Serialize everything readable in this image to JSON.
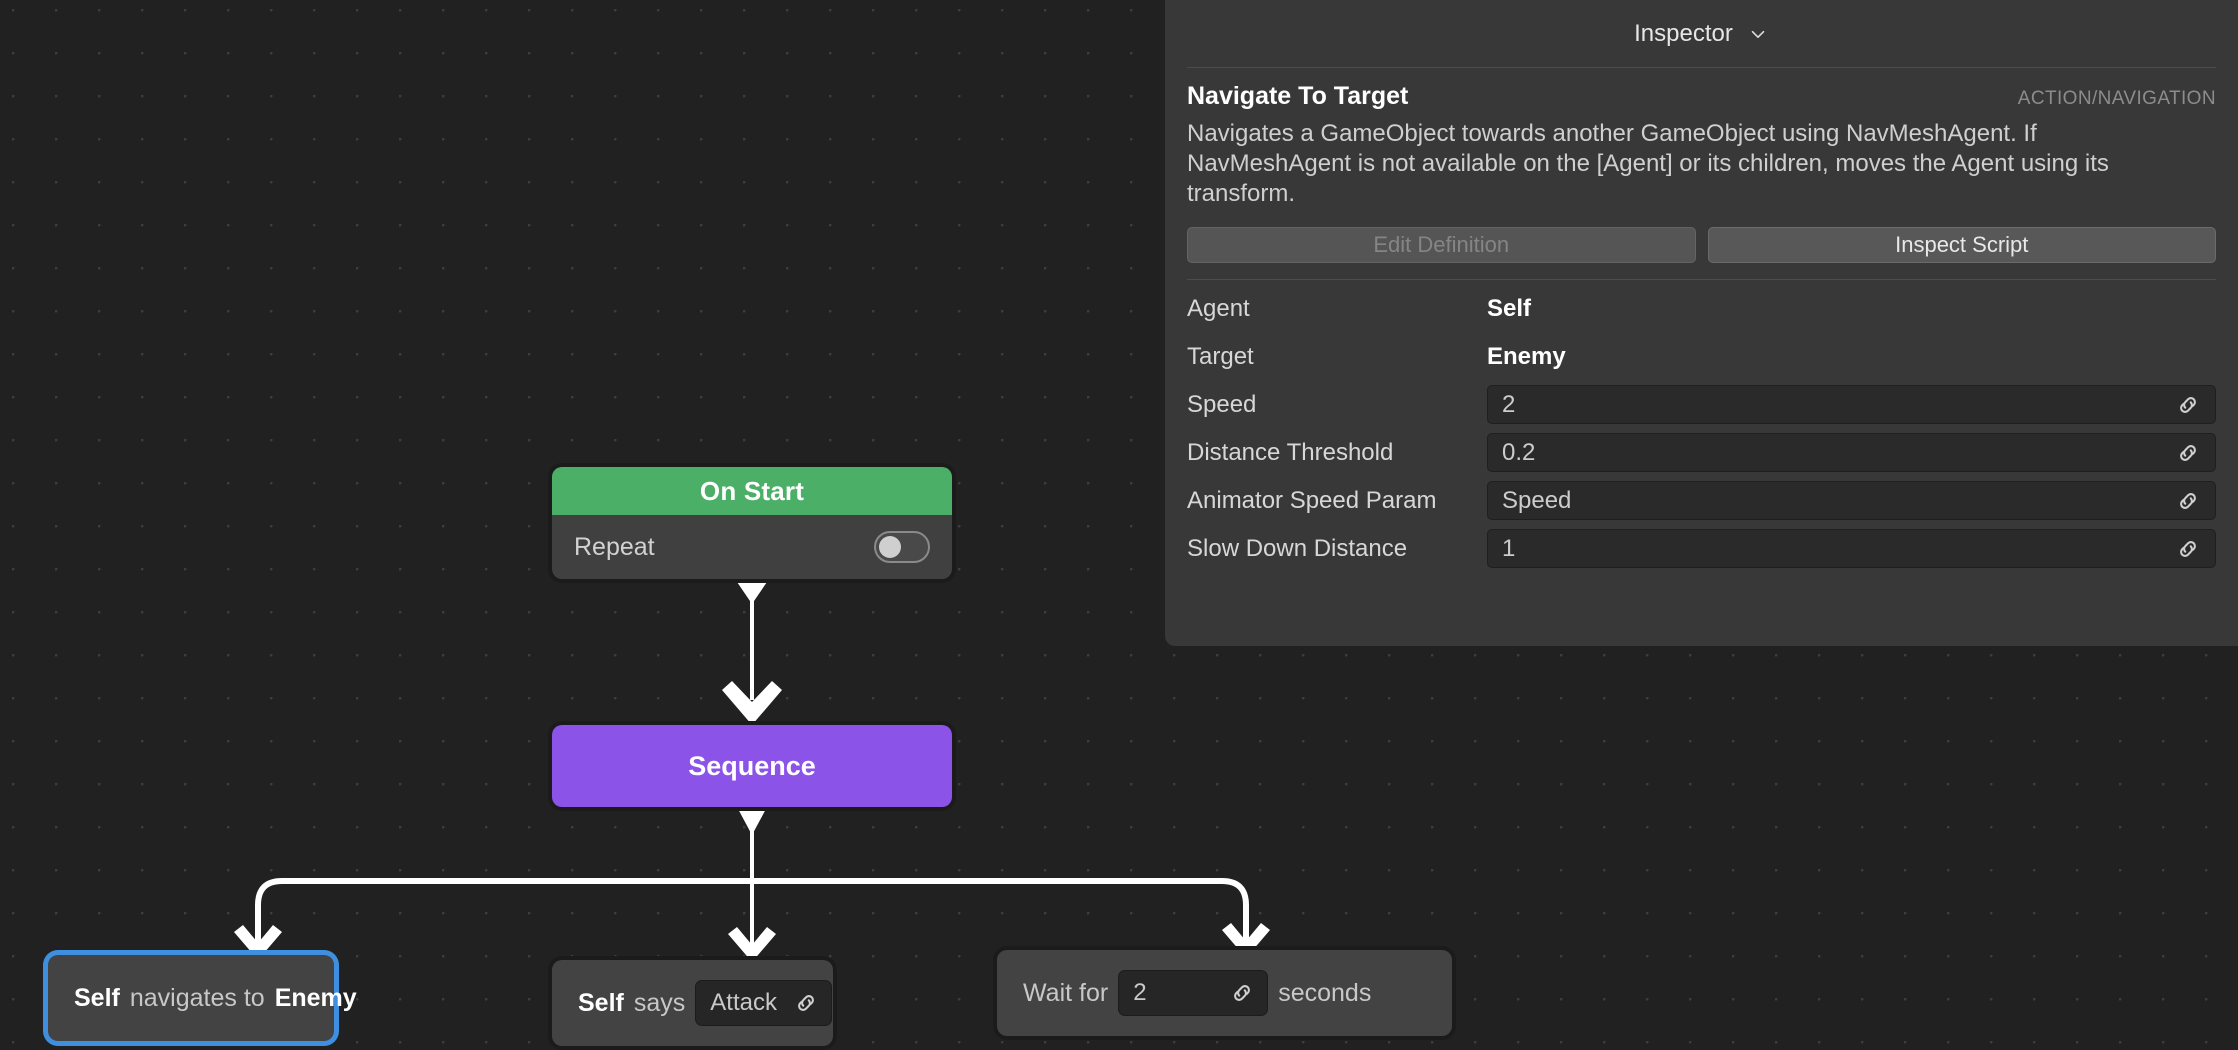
{
  "graph": {
    "nodes": {
      "on_start": {
        "title": "On Start",
        "field_label": "Repeat",
        "toggle_state": "off",
        "header_color": "#4caf67"
      },
      "sequence": {
        "title": "Sequence",
        "color": "#8b53e8"
      },
      "navigate": {
        "subject": "Self",
        "verb": "navigates to",
        "object": "Enemy",
        "selected": true,
        "selection_color": "#3f8fe0"
      },
      "says": {
        "subject": "Self",
        "verb": "says",
        "value": "Attack",
        "value_icon": "link-icon"
      },
      "wait": {
        "prefix": "Wait for",
        "value": "2",
        "value_icon": "link-icon",
        "suffix": "seconds"
      }
    }
  },
  "inspector": {
    "header_title": "Inspector",
    "header_icon": "chevron-down-icon",
    "node_title": "Navigate To Target",
    "category": "ACTION/NAVIGATION",
    "description": "Navigates a GameObject towards another GameObject using NavMeshAgent. If NavMeshAgent is not available on the [Agent] or its children, moves the Agent using its transform.",
    "buttons": {
      "edit_definition": "Edit Definition",
      "inspect_script": "Inspect Script"
    },
    "properties": [
      {
        "label": "Agent",
        "value": "Self",
        "kind": "static"
      },
      {
        "label": "Target",
        "value": "Enemy",
        "kind": "static"
      },
      {
        "label": "Speed",
        "value": "2",
        "kind": "field",
        "icon": "link-icon"
      },
      {
        "label": "Distance Threshold",
        "value": "0.2",
        "kind": "field",
        "icon": "link-icon"
      },
      {
        "label": "Animator Speed Param",
        "value": "Speed",
        "kind": "field",
        "icon": "link-icon"
      },
      {
        "label": "Slow Down Distance",
        "value": "1",
        "kind": "field",
        "icon": "link-icon"
      }
    ]
  }
}
